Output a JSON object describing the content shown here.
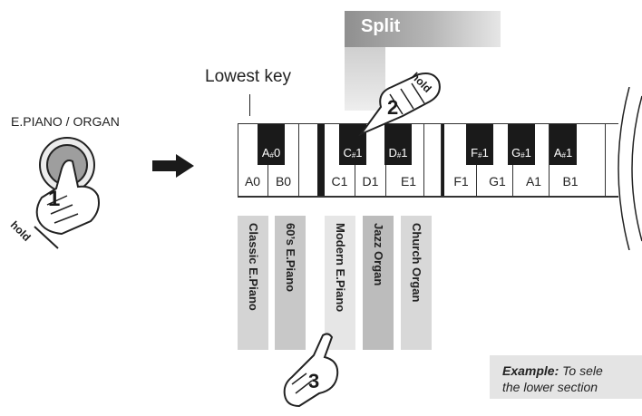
{
  "split": {
    "label": "Split"
  },
  "lowest_key": {
    "label": "Lowest key"
  },
  "button": {
    "label": "E.PIANO / ORGAN"
  },
  "fingers": [
    {
      "number": "1",
      "hold": "hold"
    },
    {
      "number": "2",
      "hold": "hold"
    },
    {
      "number": "3"
    }
  ],
  "keyboard": {
    "white_keys": [
      "A0",
      "B0",
      "C1",
      "D1",
      "E1",
      "F1",
      "G1",
      "A1",
      "B1"
    ],
    "black_keys": [
      {
        "note": "A",
        "sharp": "#",
        "octave": "0"
      },
      {
        "note": "C",
        "sharp": "#",
        "octave": "1"
      },
      {
        "note": "D",
        "sharp": "#",
        "octave": "1"
      },
      {
        "note": "F",
        "sharp": "#",
        "octave": "1"
      },
      {
        "note": "G",
        "sharp": "#",
        "octave": "1"
      },
      {
        "note": "A",
        "sharp": "#",
        "octave": "1"
      }
    ]
  },
  "sounds": [
    {
      "name": "Classic E.Piano",
      "color": "#d4d4d4"
    },
    {
      "name": "60’s E.Piano",
      "color": "#c8c8c8"
    },
    {
      "name": "Modern E.Piano",
      "color": "#e6e6e6"
    },
    {
      "name": "Jazz Organ",
      "color": "#bcbcbc"
    },
    {
      "name": "Church Organ",
      "color": "#d8d8d8"
    }
  ],
  "example": {
    "lead": "Example:",
    "line1": " To sele",
    "line2": "the lower section"
  }
}
